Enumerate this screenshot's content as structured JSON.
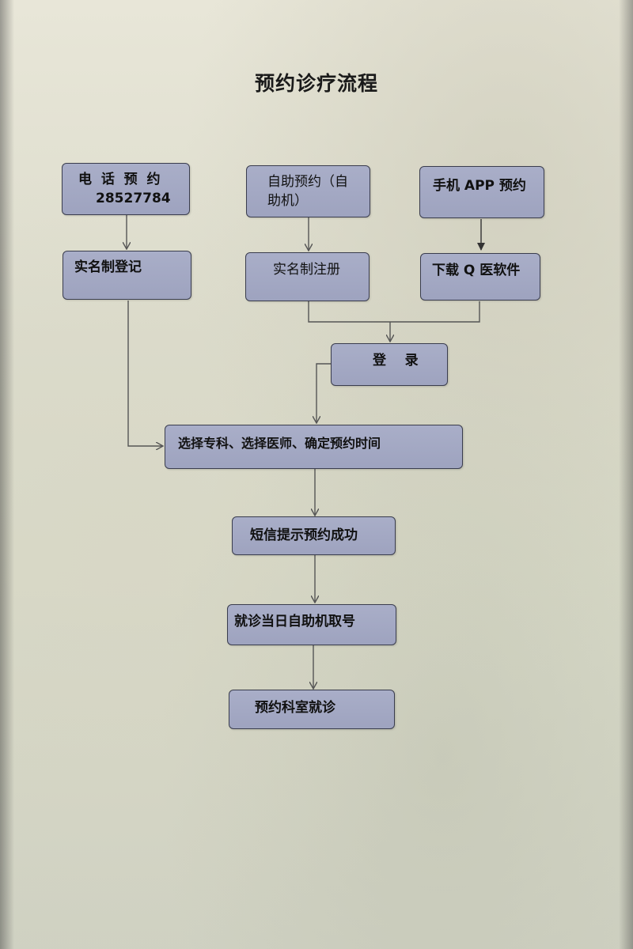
{
  "title": "预约诊疗流程",
  "nodes": {
    "phone": {
      "line1": "电  话  预  约",
      "line2": "28527784"
    },
    "kiosk": {
      "line1": "自助预约（自",
      "line2": "助机）"
    },
    "app": {
      "label": "手机 APP 预约"
    },
    "real_name_register": {
      "label": "实名制登记"
    },
    "real_name_signup": {
      "label": "实名制注册"
    },
    "download_app": {
      "label": "下载 Q 医软件"
    },
    "login": {
      "label": "登    录"
    },
    "select": {
      "label": "选择专科、选择医师、确定预约时间"
    },
    "sms": {
      "label": "短信提示预约成功"
    },
    "ticket": {
      "label": "就诊当日自助机取号"
    },
    "visit": {
      "label": "预约科室就诊"
    }
  },
  "colors": {
    "box_fill": "#a3a8c4",
    "box_border": "#3a3d4e",
    "line": "#555555"
  }
}
